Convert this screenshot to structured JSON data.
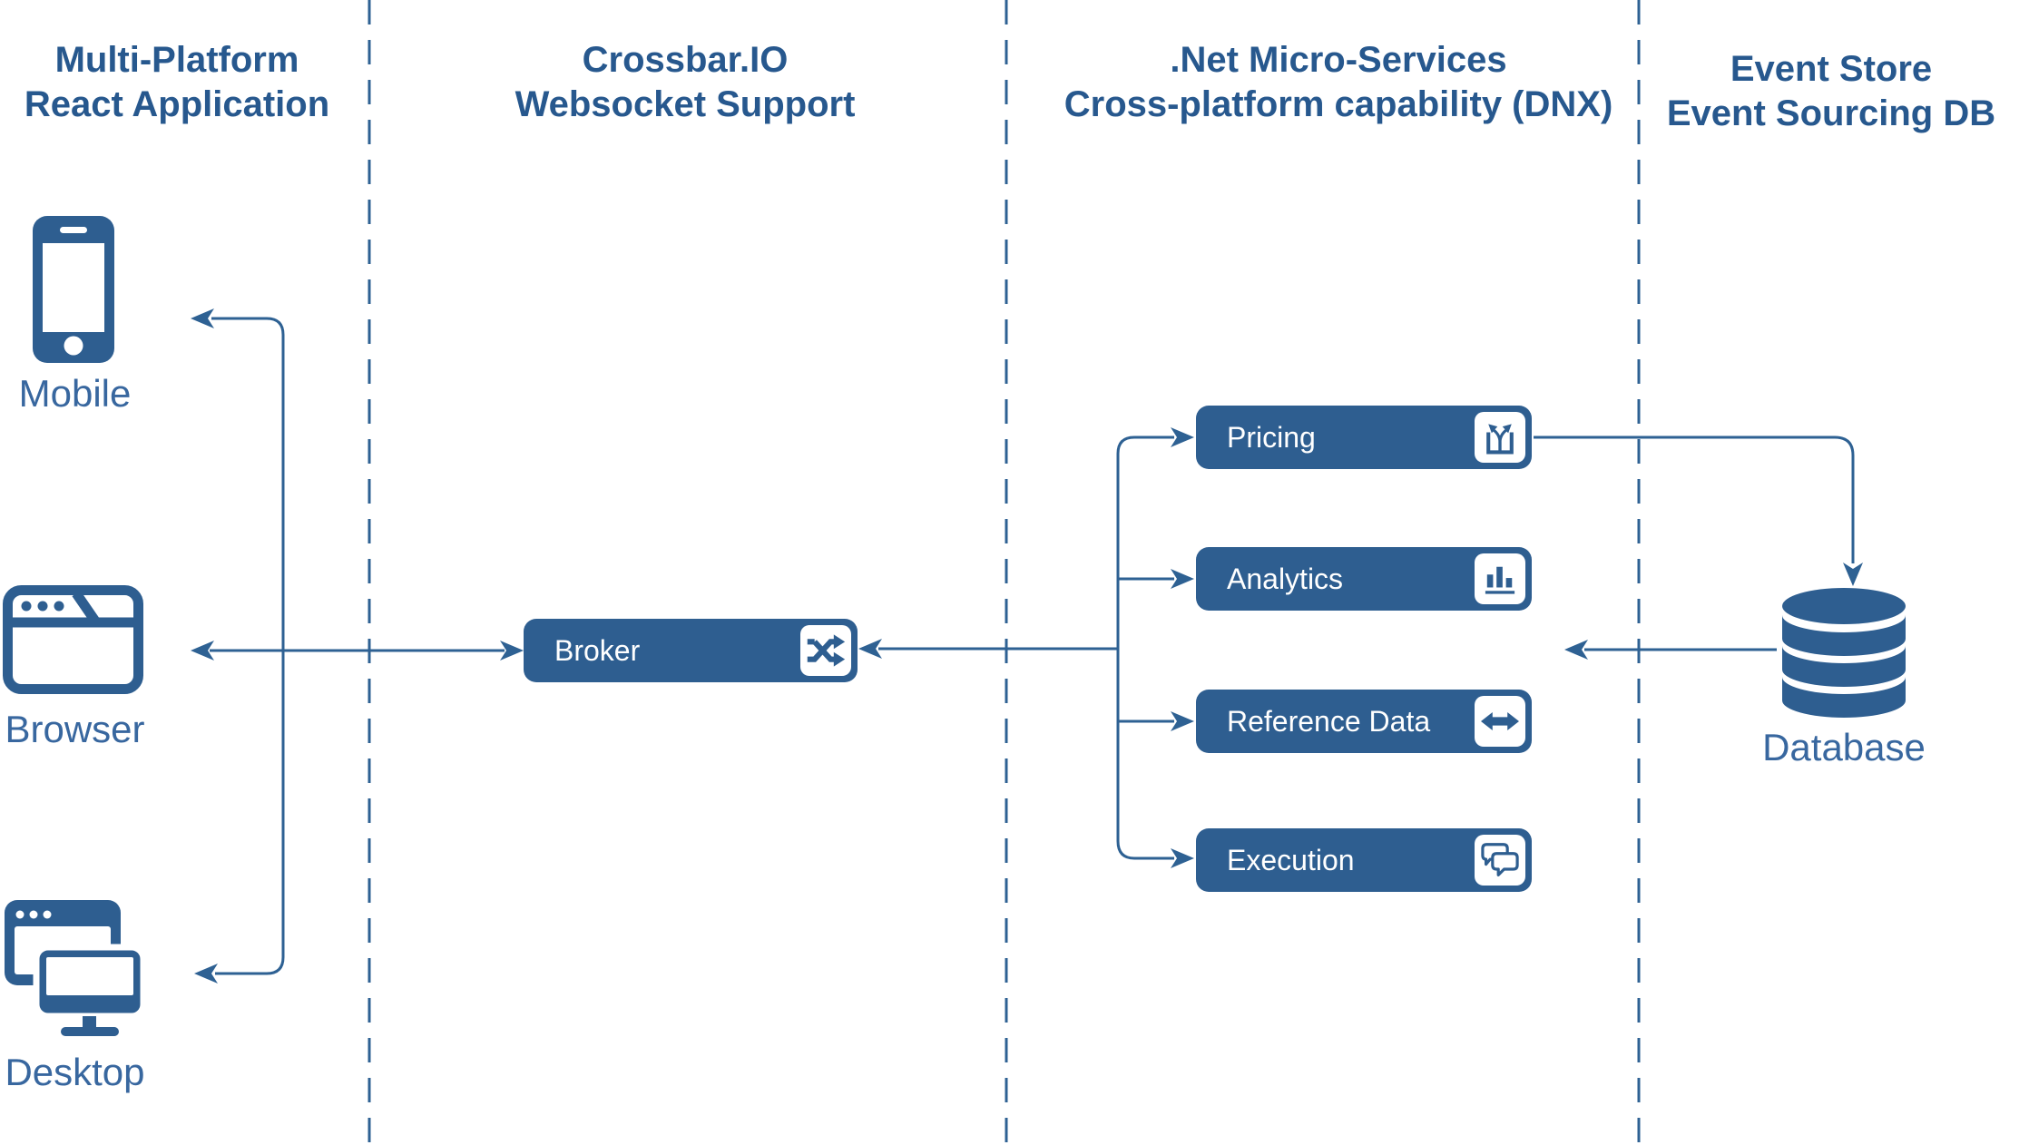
{
  "diagram": {
    "columns": [
      {
        "title_line1": "Multi-Platform",
        "title_line2": "React Application"
      },
      {
        "title_line1": "Crossbar.IO",
        "title_line2": "Websocket Support"
      },
      {
        "title_line1": ".Net Micro-Services",
        "title_line2": "Cross-platform capability (DNX)"
      },
      {
        "title_line1": "Event Store",
        "title_line2": "Event Sourcing DB"
      }
    ],
    "clients": [
      {
        "label": "Mobile",
        "icon": "mobile-icon"
      },
      {
        "label": "Browser",
        "icon": "browser-icon"
      },
      {
        "label": "Desktop",
        "icon": "desktop-icon"
      }
    ],
    "broker": {
      "label": "Broker",
      "icon": "shuffle-icon"
    },
    "services": [
      {
        "label": "Pricing",
        "icon": "split-arrows-icon"
      },
      {
        "label": "Analytics",
        "icon": "bar-chart-icon"
      },
      {
        "label": "Reference Data",
        "icon": "left-right-arrow-icon"
      },
      {
        "label": "Execution",
        "icon": "chat-bubbles-icon"
      }
    ],
    "datastore": {
      "label": "Database",
      "icon": "database-icon"
    }
  },
  "colors": {
    "primary_fill": "#2e5e90",
    "line": "#2e6193",
    "header_text": "#27588e",
    "label_text": "#38679f",
    "badge_bg": "#ffffff"
  }
}
